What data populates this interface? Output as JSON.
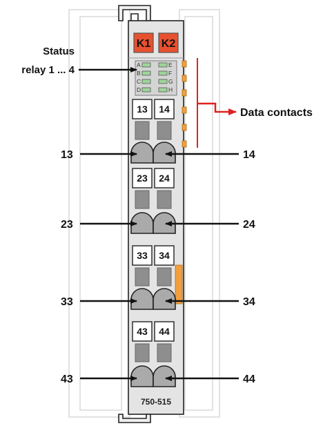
{
  "module": {
    "relay_labels": [
      "K1",
      "K2"
    ],
    "led_letters_left": [
      "A",
      "B",
      "C",
      "D"
    ],
    "led_letters_right": [
      "E",
      "F",
      "G",
      "H"
    ],
    "model": "750-515",
    "terminal_pairs": [
      {
        "left": "13",
        "right": "14"
      },
      {
        "left": "23",
        "right": "24"
      },
      {
        "left": "33",
        "right": "34"
      },
      {
        "left": "43",
        "right": "44"
      }
    ]
  },
  "callouts": {
    "status_line1": "Status",
    "status_line2": "relay 1 ... 4",
    "data_contacts": "Data contacts"
  },
  "colors": {
    "relay_red": "#e8512f",
    "arrow_red": "#e02020",
    "contact_orange": "#f0a040",
    "body_grey": "#e4e4e4",
    "outline_grey": "#dadada"
  }
}
